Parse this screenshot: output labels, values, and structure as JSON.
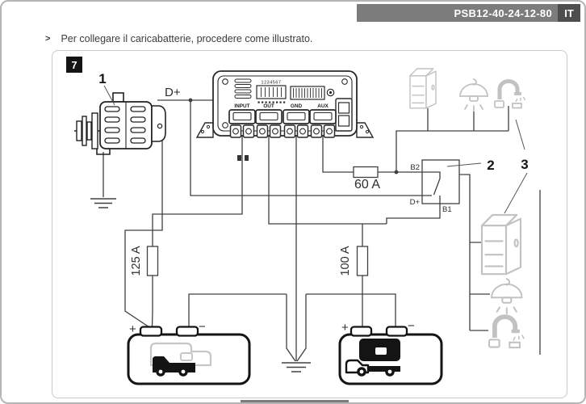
{
  "header": {
    "model": "PSB12-40-24-12-80",
    "lang": "IT"
  },
  "instruction": {
    "bullet": ">",
    "text": "Per collegare il caricabatterie, procedere come illustrato."
  },
  "figure": {
    "number": "7",
    "callouts": {
      "alternator": "1",
      "relay": "2",
      "consumers": "3"
    },
    "labels": {
      "dplus": "D+",
      "relay_b2": "B2",
      "relay_dplus": "D+",
      "relay_b1": "B1",
      "fuse_aux": "60 A",
      "fuse_input": "125 A",
      "fuse_out": "100 A",
      "dip_numbers": "1234567"
    },
    "terminals": [
      "INPUT",
      "OUT",
      "GND",
      "AUX"
    ],
    "battery_vehicle": {
      "plus": "+",
      "minus": "−"
    },
    "battery_living": {
      "plus": "+",
      "minus": "−"
    },
    "icons": [
      "alternator-icon",
      "charger-icon",
      "relay-icon",
      "fuse-icon",
      "fridge-icon",
      "lamp-icon",
      "faucet-icon",
      "camper-battery-icon",
      "ground-icon"
    ]
  },
  "colors": {
    "header_bar": "#7c7c7c",
    "header_lang_bg": "#4e4e4e",
    "panel_border": "#cacaca",
    "wire": "#404040",
    "appliance_icon": "#c2c2c2",
    "component_stroke": "#141414",
    "footer_bar": "#7c7c7c"
  }
}
